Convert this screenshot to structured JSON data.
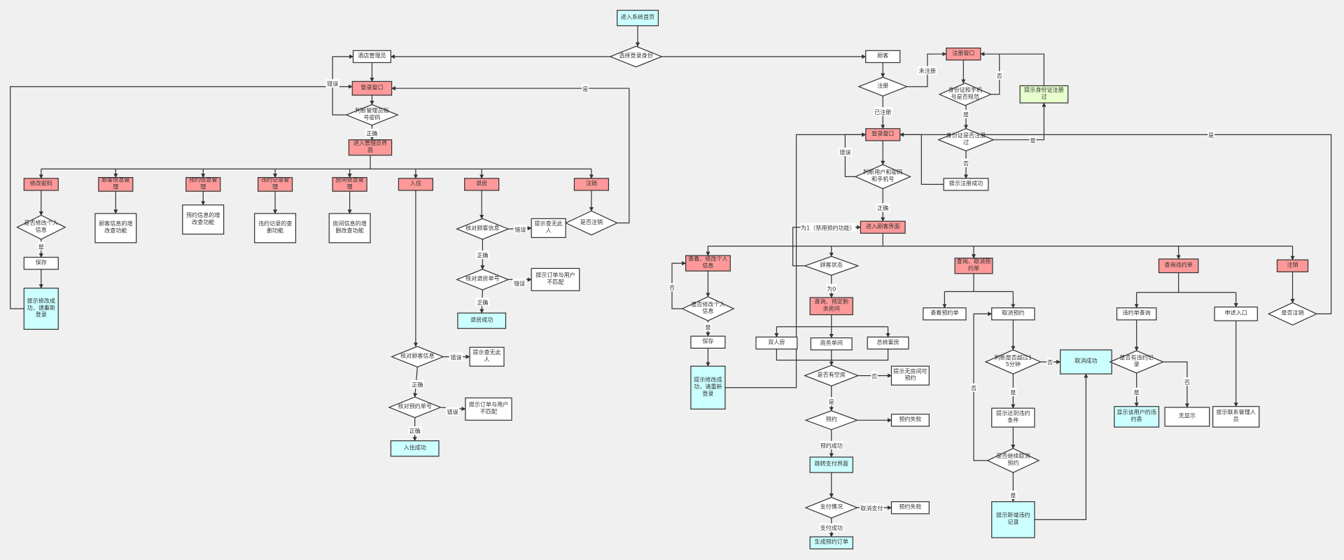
{
  "colors": {
    "process": "#ff9999",
    "terminal": "#ccffff",
    "notice": "#e6ffcc",
    "plain": "#ffffff",
    "line": "#333333",
    "background": "#f0f0f0"
  },
  "nodes": {
    "start": "进入系统首页",
    "choose_role": "选择登录身份",
    "admin": "酒店管理员",
    "admin_login": "登录窗口",
    "admin_check": "判断管理员账号密码",
    "admin_home": "进入管理员界面",
    "a_pwd": "修改密码",
    "a_cust": "顾客信息管理",
    "a_resv": "预约信息管理",
    "a_viol": "违约记录管理",
    "a_room": "房间信息管理",
    "a_checkin": "入住",
    "a_checkout": "退房",
    "a_logout": "注销",
    "a_modify_q": "是否修改个人信息",
    "a_save": "保存",
    "a_modify_ok": "提示修改成功，请重新登录",
    "a_cust_fn": "顾客信息的增改查功能",
    "a_resv_fn": "预约信息的增改查功能",
    "a_viol_fn": "违约记录的查删功能",
    "a_room_fn": "房间信息的增删改查功能",
    "ci_check_cust": "核对顾客信息",
    "ci_no_person": "提示查无此人",
    "ci_check_order": "核对预约单号",
    "ci_mismatch": "提示订单与用户不匹配",
    "ci_ok": "入住成功",
    "co_check_cust": "核对顾客信息",
    "co_no_person": "提示查无此人",
    "co_check_order": "核对退房单号",
    "co_mismatch": "提示订单与用户不匹配",
    "co_ok": "退房成功",
    "a_logout_q": "是否注销",
    "customer": "顾客",
    "registered_q": "注册",
    "reg_window": "注册窗口",
    "reg_valid_q": "身份证和手机号是否规范",
    "reg_exists_q": "身份证是否注册过",
    "reg_exists_msg": "提示身份证注册过",
    "reg_ok": "提示注册成功",
    "c_login": "登录窗口",
    "c_check": "判断用户和密码和手机号",
    "c_home": "进入顾客界面",
    "c_profile": "查看、修改个人信息",
    "c_status": "顾客状态",
    "c_resv_query": "查询、取消预约单",
    "c_viol_query": "查询违约单",
    "c_logout": "注销",
    "c_modify_q": "是否修改个人信息",
    "c_save": "保存",
    "c_modify_ok": "提示修改成功，请重新登录",
    "c_book": "查询、预定剩余房间",
    "room_double": "双人房",
    "room_business": "商务单间",
    "room_suite": "总统套房",
    "vacancy_q": "是否有空房",
    "no_vacancy": "提示无房间可预约",
    "reserve_q": "预约",
    "reserve_fail1": "预约失败",
    "pay_page": "跳转支付界面",
    "pay_q": "支付情况",
    "reserve_fail2": "预约失败",
    "order_created": "生成预约订单",
    "view_resv": "查看预约单",
    "cancel_resv": "取消预约",
    "over15_q": "判断是否超过15分钟",
    "cancel_ok": "取消成功",
    "viol_cond": "提示达到违约条件",
    "continue_cancel_q": "是否继续取消预约",
    "viol_added": "提示新增违约记录",
    "viol_list_query": "违约单查询",
    "appeal": "申述入口",
    "has_viol_q": "是否有违约记录",
    "show_viol": "显示该用户的违约表",
    "no_show": "无显示",
    "contact_admin": "提示联系管理人员",
    "c_logout_q": "是否注销"
  },
  "edge_labels": {
    "admin_err": "错误",
    "admin_ok": "正确",
    "admin_logout_yes": "是",
    "a_modify_yes": "是",
    "ci_err1": "错误",
    "ci_ok1": "正确",
    "ci_err2": "错误",
    "ci_ok2": "正确",
    "co_err1": "错误",
    "co_ok1": "正确",
    "co_err2": "错误",
    "co_ok2": "正确",
    "unregistered": "未注册",
    "registered": "已注册",
    "reg_invalid": "否",
    "reg_valid": "是",
    "reg_exists_yes": "是",
    "reg_exists_no": "否",
    "c_err": "错误",
    "c_ok": "正确",
    "c_logout_yes": "是",
    "status1": "为1（禁用预约功能）",
    "status0": "为0",
    "c_modify_no": "否",
    "c_modify_yes": "是",
    "vacancy_no": "否",
    "vacancy_yes": "是",
    "reserve_ok": "预约成功",
    "pay_cancel": "取消支付",
    "pay_ok": "支付成功",
    "over15_no": "否",
    "over15_yes": "是",
    "continue_no": "否",
    "continue_yes": "是",
    "viol_yes": "是",
    "viol_no": "否"
  }
}
